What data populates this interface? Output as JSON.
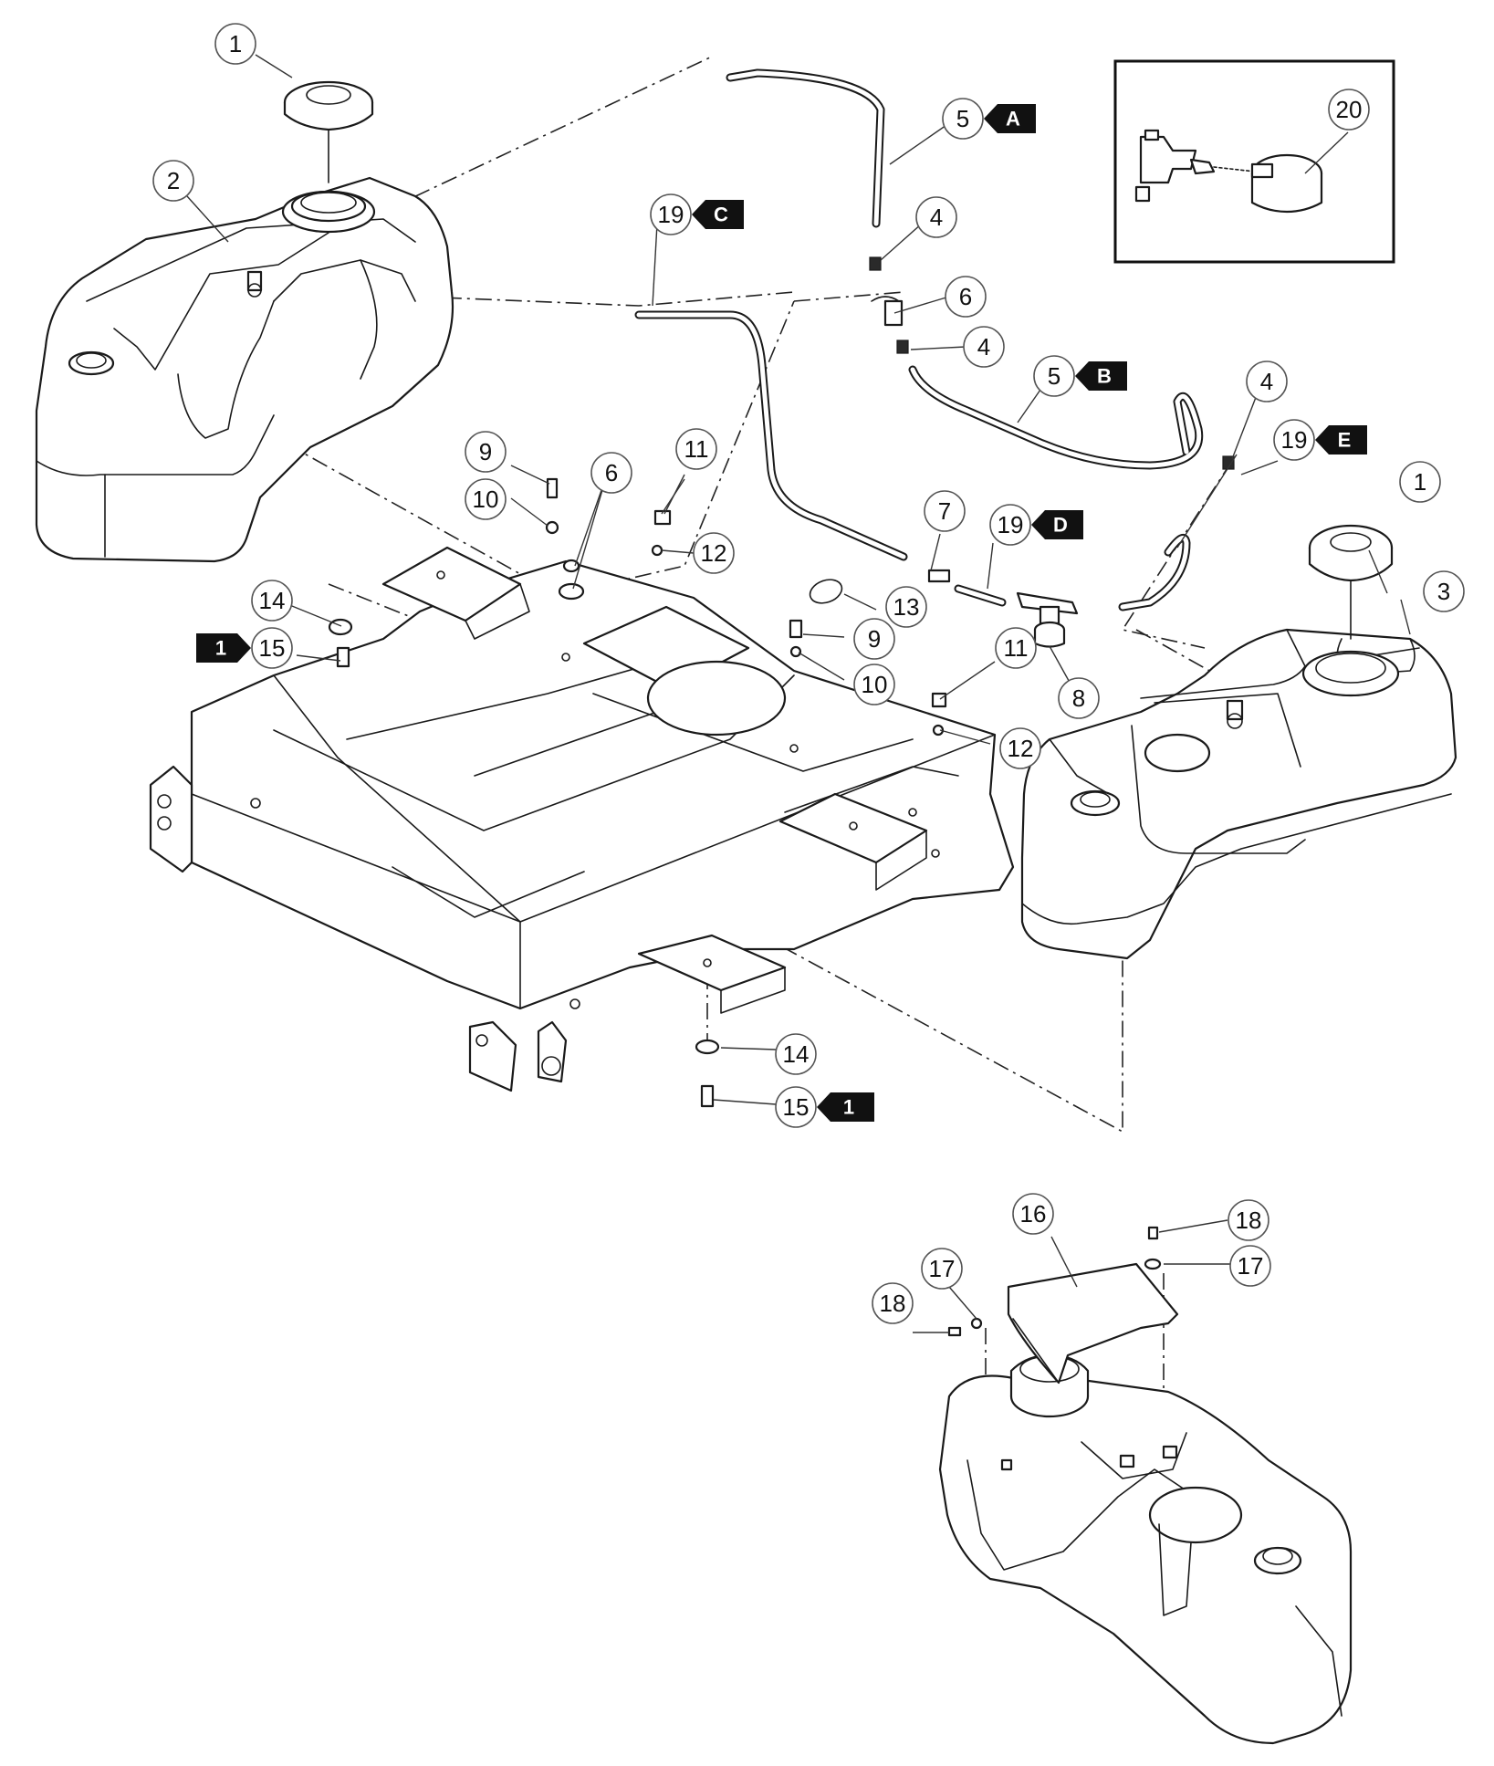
{
  "diagram": {
    "callouts": {
      "c1a": "1",
      "c2": "2",
      "c5a": "5",
      "c4a": "4",
      "c19c": "19",
      "c6a": "6",
      "c4b": "4",
      "c5b": "5",
      "c4c": "4",
      "c19e": "19",
      "c9a": "9",
      "c10a": "10",
      "c11a": "11",
      "c6b": "6",
      "c12a": "12",
      "c7": "7",
      "c19d": "19",
      "c1b": "1",
      "c3": "3",
      "c14a": "14",
      "c15a": "15",
      "c13": "13",
      "c9b": "9",
      "c10b": "10",
      "c11b": "11",
      "c8": "8",
      "c12b": "12",
      "c14b": "14",
      "c15b": "15",
      "c16": "16",
      "c18a": "18",
      "c17a": "17",
      "c17b": "17",
      "c18b": "18",
      "c20": "20"
    },
    "tags": {
      "tA": "A",
      "tB": "B",
      "tC": "C",
      "tD": "D",
      "tE": "E",
      "t1a": "1",
      "t1b": "1"
    }
  }
}
